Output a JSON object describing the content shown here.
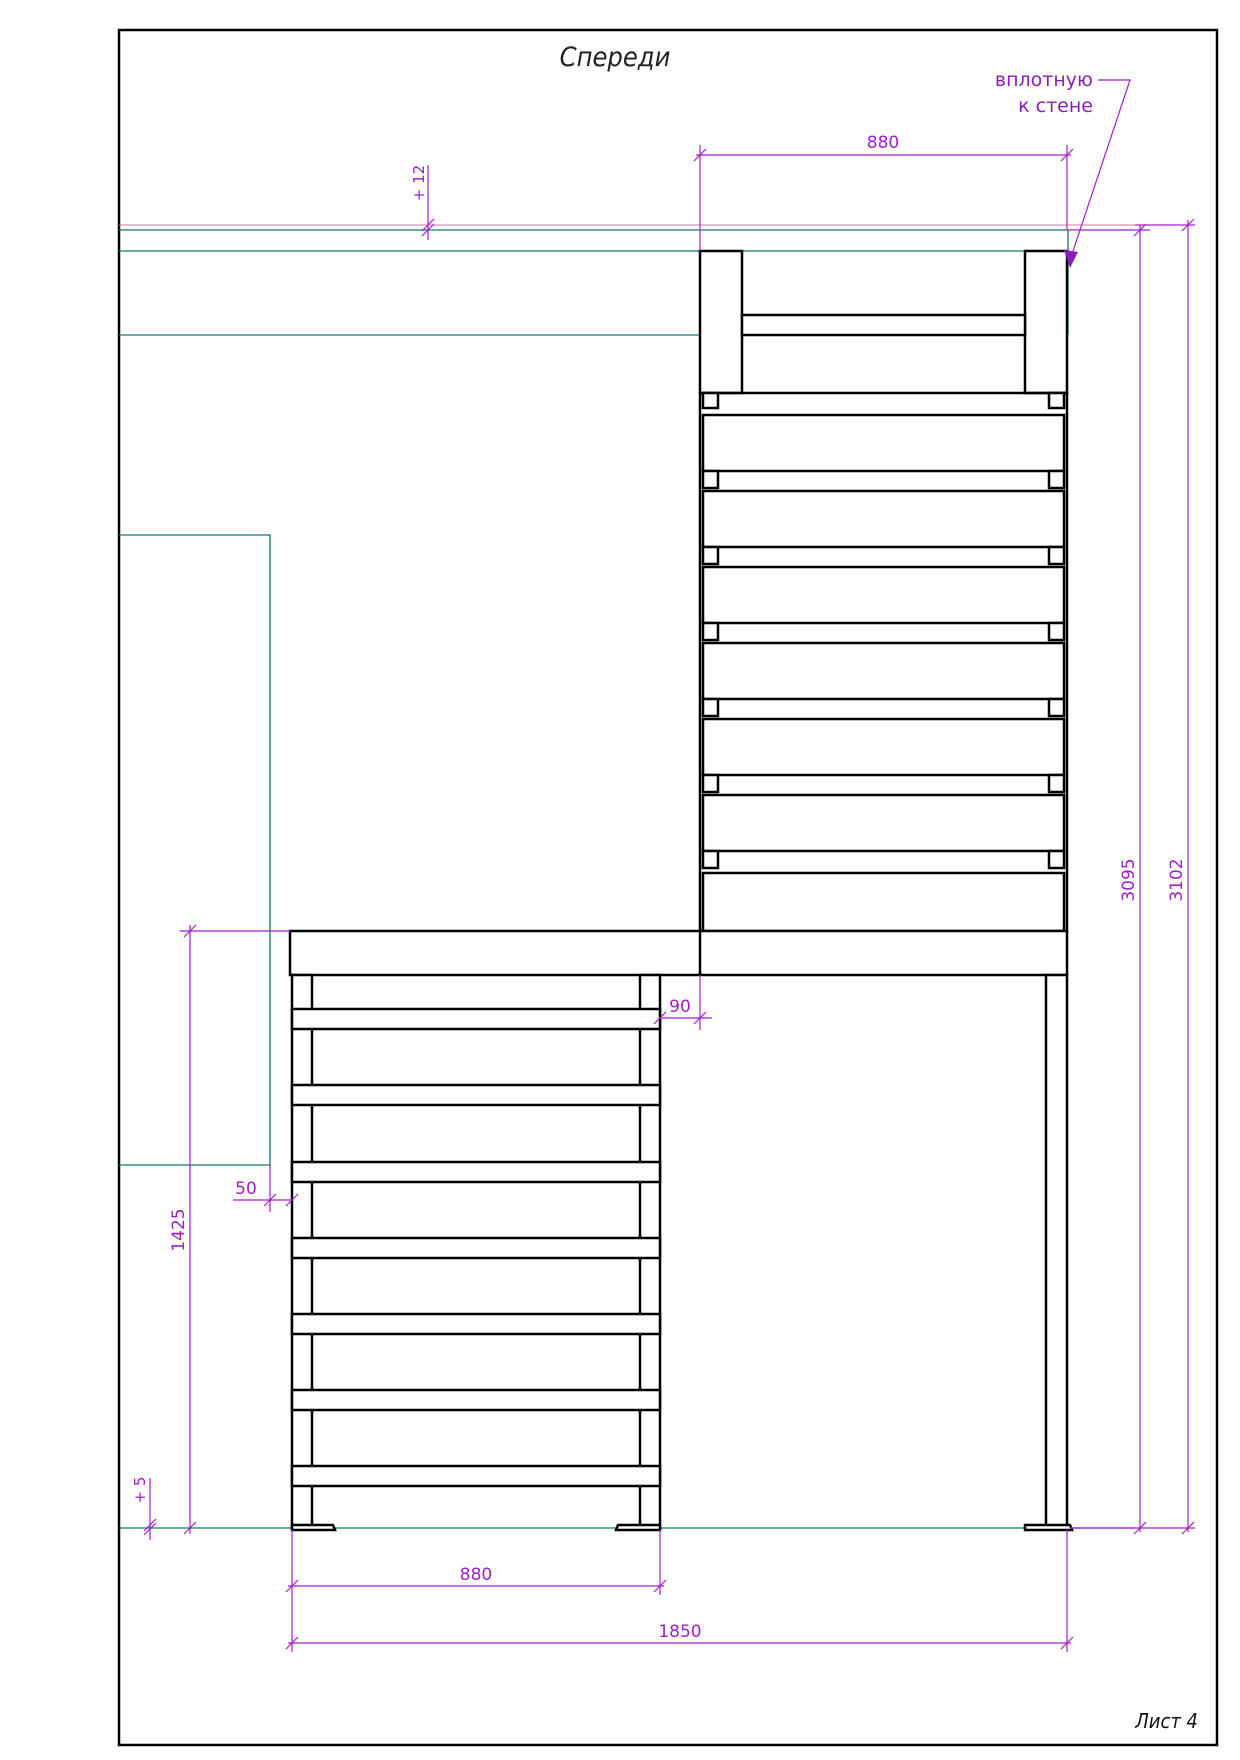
{
  "drawing": {
    "title": "Спереди",
    "sheet_label": "Лист 4",
    "note_line1": "вплотную",
    "note_line2": "к стене",
    "colors": {
      "outline": "#000000",
      "dimension": "#a020c8",
      "guide": "#0f7a6a",
      "note": "#8a1fb8"
    }
  },
  "dimensions": {
    "top_width": "880",
    "top_offset": "+ 12",
    "height_inner": "3095",
    "height_outer": "3102",
    "lower_height": "1425",
    "gap": "90",
    "post_offset": "50",
    "bottom_offset": "+ 5",
    "bottom_width": "880",
    "total_width": "1850"
  }
}
